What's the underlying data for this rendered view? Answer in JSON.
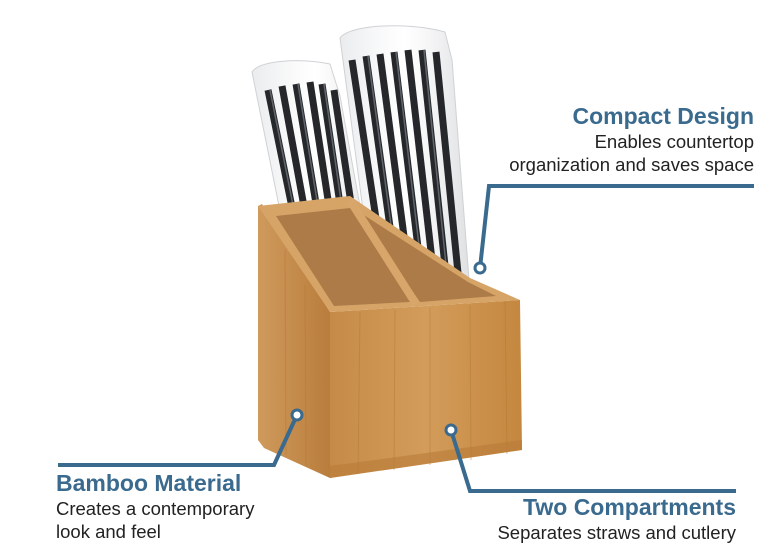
{
  "colors": {
    "accent": "#3a6a8e",
    "bamboo": "#c98f4e",
    "straw": "#2a2c30"
  },
  "callouts": {
    "compact": {
      "title": "Compact Design",
      "lines": [
        "Enables countertop",
        "organization and saves space"
      ]
    },
    "bamboo": {
      "title": "Bamboo Material",
      "lines": [
        "Creates a contemporary",
        "look and feel"
      ]
    },
    "two": {
      "title": "Two Compartments",
      "lines": [
        "Separates straws and cutlery"
      ]
    }
  }
}
